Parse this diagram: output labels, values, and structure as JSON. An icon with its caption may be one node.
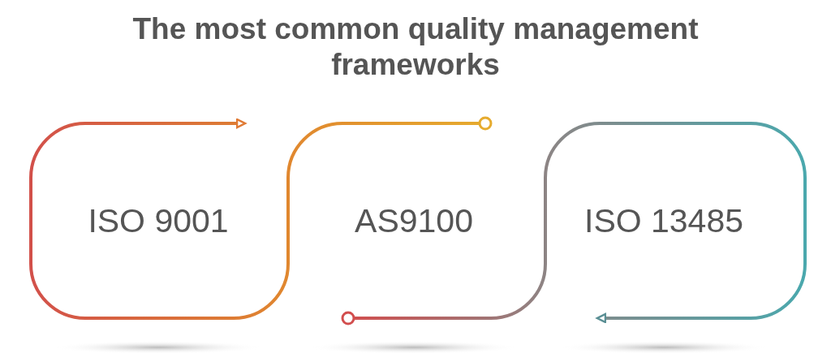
{
  "diagram": {
    "title": "The most common quality management frameworks",
    "nodes": [
      {
        "text": [
          "ISO 9001"
        ]
      },
      {
        "text": [
          "AS9100"
        ]
      },
      {
        "text": [
          "ISO 13485"
        ]
      }
    ]
  }
}
